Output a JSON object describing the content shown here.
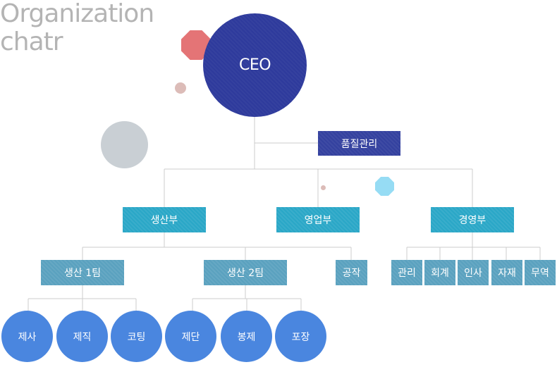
{
  "header": {
    "title_line1": "Organization",
    "title_line2": "chatr"
  },
  "ceo": {
    "label": "CEO"
  },
  "staff": {
    "quality": "품질관리"
  },
  "departments": {
    "production": "생산부",
    "sales": "영업부",
    "management": "경영부"
  },
  "production_teams": {
    "team1": "생산 1팀",
    "team2": "생산 2팀",
    "factory": "공작"
  },
  "team1_units": [
    "제사",
    "제직",
    "코팅"
  ],
  "team2_units": [
    "제단",
    "봉제",
    "포장"
  ],
  "management_units": [
    "관리",
    "회계",
    "인사",
    "자재",
    "무역"
  ],
  "colors": {
    "ceo": "#2e3a9c",
    "staff_box": "#34419f",
    "department_box": "#2aa7c7",
    "team_box": "#5aa1bf",
    "leaf_circle": "#4a86df",
    "connector": "#cccccc",
    "title_text": "#b4b4b4",
    "decor_red": "#e47476",
    "decor_pink": "#dcbcb8",
    "decor_gray": "#c9cfd4",
    "decor_cyan": "#96dcf4"
  }
}
